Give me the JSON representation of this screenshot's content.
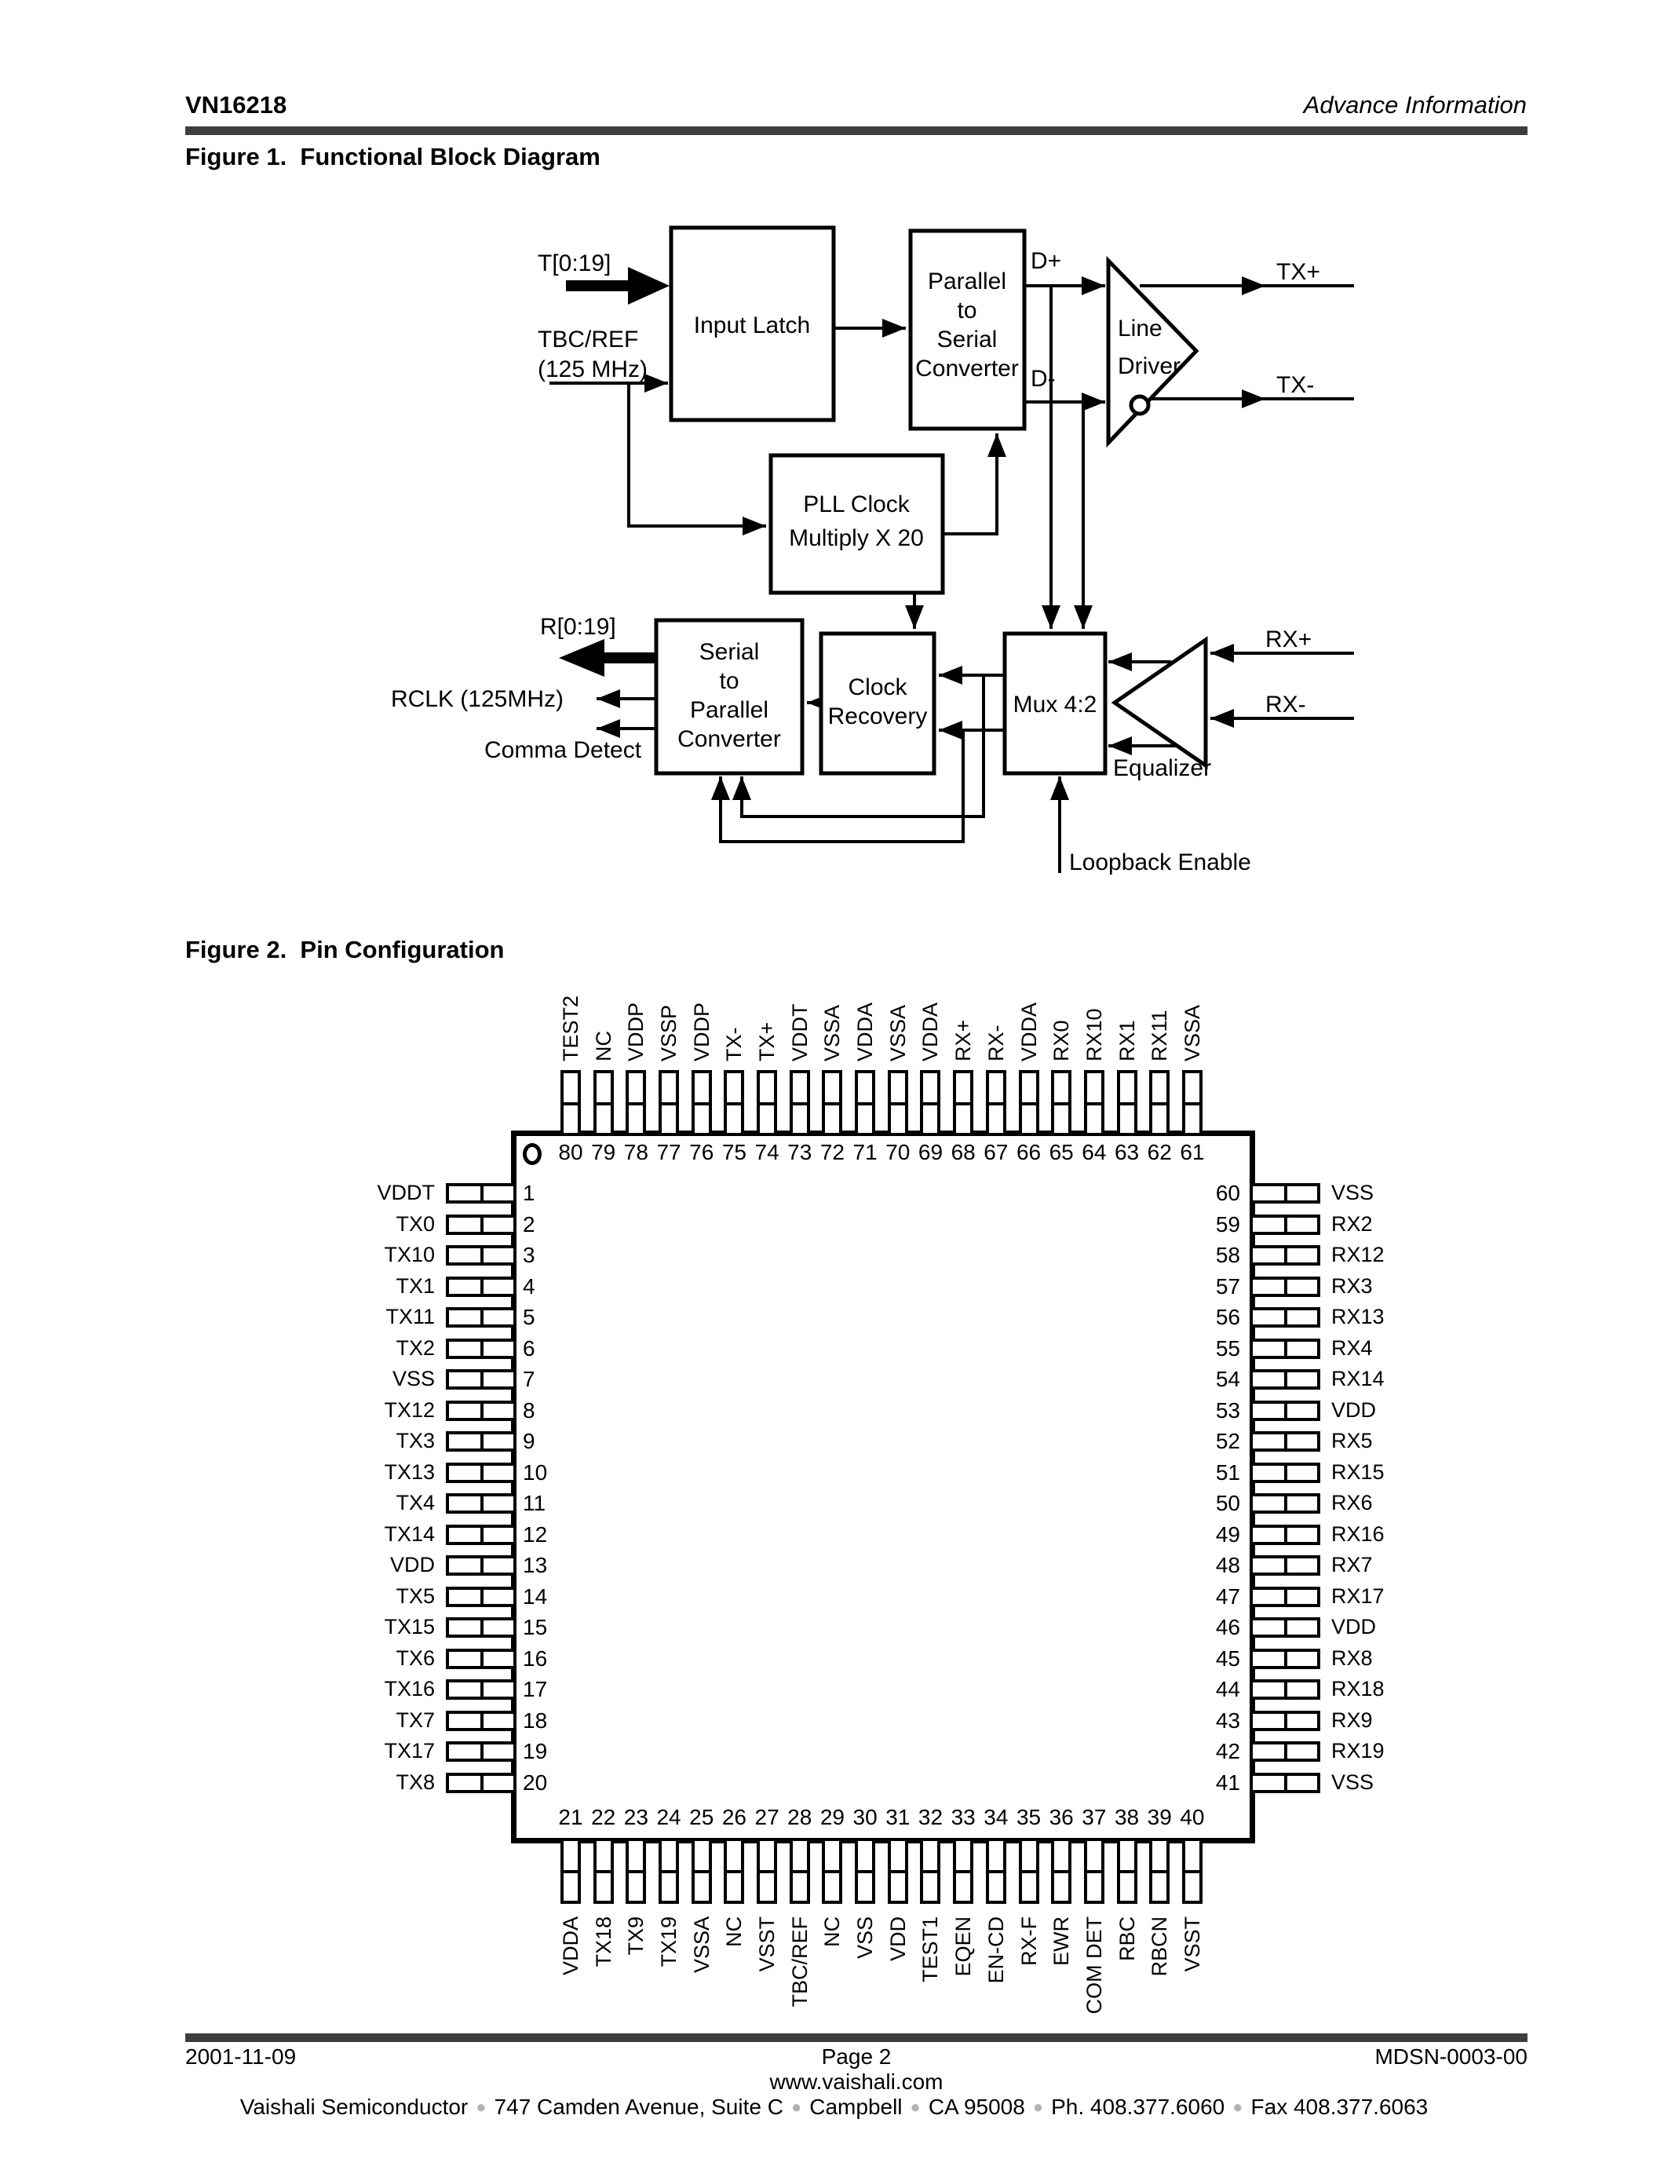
{
  "colors": {
    "rule": "#3d3d3d",
    "bullet": "#b3b3b3"
  },
  "header": {
    "part_number": "VN16218",
    "status": "Advance Information"
  },
  "figure1": {
    "title": "Figure 1.  Functional Block Diagram",
    "blocks": {
      "input_latch": "Input Latch",
      "p2s": [
        "Parallel",
        "to",
        "Serial",
        "Converter"
      ],
      "pll": [
        "PLL Clock",
        "Multiply X 20"
      ],
      "s2p": [
        "Serial",
        "to",
        "Parallel",
        "Converter"
      ],
      "clock_recovery": [
        "Clock",
        "Recovery"
      ],
      "mux": "Mux 4:2",
      "line_driver": [
        "Line",
        "Driver"
      ],
      "equalizer": "Equalizer"
    },
    "signals": {
      "t_bus": "T[0:19]",
      "tbc_ref": "TBC/REF",
      "tbc_freq": "(125 MHz)",
      "d_plus": "D+",
      "d_minus": "D-",
      "tx_plus": "TX+",
      "tx_minus": "TX-",
      "r_bus": "R[0:19]",
      "rclk": "RCLK (125MHz)",
      "comma_detect": "Comma Detect",
      "rx_plus": "RX+",
      "rx_minus": "RX-",
      "loopback": "Loopback Enable"
    }
  },
  "figure2": {
    "title": "Figure 2.  Pin Configuration",
    "top_pins": [
      {
        "num": "80",
        "label": "TEST2"
      },
      {
        "num": "79",
        "label": "NC"
      },
      {
        "num": "78",
        "label": "VDDP"
      },
      {
        "num": "77",
        "label": "VSSP"
      },
      {
        "num": "76",
        "label": "VDDP"
      },
      {
        "num": "75",
        "label": "TX-"
      },
      {
        "num": "74",
        "label": "TX+"
      },
      {
        "num": "73",
        "label": "VDDT"
      },
      {
        "num": "72",
        "label": "VSSA"
      },
      {
        "num": "71",
        "label": "VDDA"
      },
      {
        "num": "70",
        "label": "VSSA"
      },
      {
        "num": "69",
        "label": "VDDA"
      },
      {
        "num": "68",
        "label": "RX+"
      },
      {
        "num": "67",
        "label": "RX-"
      },
      {
        "num": "66",
        "label": "VDDA"
      },
      {
        "num": "65",
        "label": "RX0"
      },
      {
        "num": "64",
        "label": "RX10"
      },
      {
        "num": "63",
        "label": "RX1"
      },
      {
        "num": "62",
        "label": "RX11"
      },
      {
        "num": "61",
        "label": "VSSA"
      }
    ],
    "left_pins": [
      {
        "num": "1",
        "label": "VDDT"
      },
      {
        "num": "2",
        "label": "TX0"
      },
      {
        "num": "3",
        "label": "TX10"
      },
      {
        "num": "4",
        "label": "TX1"
      },
      {
        "num": "5",
        "label": "TX11"
      },
      {
        "num": "6",
        "label": "TX2"
      },
      {
        "num": "7",
        "label": "VSS"
      },
      {
        "num": "8",
        "label": "TX12"
      },
      {
        "num": "9",
        "label": "TX3"
      },
      {
        "num": "10",
        "label": "TX13"
      },
      {
        "num": "11",
        "label": "TX4"
      },
      {
        "num": "12",
        "label": "TX14"
      },
      {
        "num": "13",
        "label": "VDD"
      },
      {
        "num": "14",
        "label": "TX5"
      },
      {
        "num": "15",
        "label": "TX15"
      },
      {
        "num": "16",
        "label": "TX6"
      },
      {
        "num": "17",
        "label": "TX16"
      },
      {
        "num": "18",
        "label": "TX7"
      },
      {
        "num": "19",
        "label": "TX17"
      },
      {
        "num": "20",
        "label": "TX8"
      }
    ],
    "right_pins": [
      {
        "num": "60",
        "label": "VSS"
      },
      {
        "num": "59",
        "label": "RX2"
      },
      {
        "num": "58",
        "label": "RX12"
      },
      {
        "num": "57",
        "label": "RX3"
      },
      {
        "num": "56",
        "label": "RX13"
      },
      {
        "num": "55",
        "label": "RX4"
      },
      {
        "num": "54",
        "label": "RX14"
      },
      {
        "num": "53",
        "label": "VDD"
      },
      {
        "num": "52",
        "label": "RX5"
      },
      {
        "num": "51",
        "label": "RX15"
      },
      {
        "num": "50",
        "label": "RX6"
      },
      {
        "num": "49",
        "label": "RX16"
      },
      {
        "num": "48",
        "label": "RX7"
      },
      {
        "num": "47",
        "label": "RX17"
      },
      {
        "num": "46",
        "label": "VDD"
      },
      {
        "num": "45",
        "label": "RX8"
      },
      {
        "num": "44",
        "label": "RX18"
      },
      {
        "num": "43",
        "label": "RX9"
      },
      {
        "num": "42",
        "label": "RX19"
      },
      {
        "num": "41",
        "label": "VSS"
      }
    ],
    "bottom_pins": [
      {
        "num": "21",
        "label": "VDDA"
      },
      {
        "num": "22",
        "label": "TX18"
      },
      {
        "num": "23",
        "label": "TX9"
      },
      {
        "num": "24",
        "label": "TX19"
      },
      {
        "num": "25",
        "label": "VSSA"
      },
      {
        "num": "26",
        "label": "NC"
      },
      {
        "num": "27",
        "label": "VSST"
      },
      {
        "num": "28",
        "label": "TBC/REF"
      },
      {
        "num": "29",
        "label": "NC"
      },
      {
        "num": "30",
        "label": "VSS"
      },
      {
        "num": "31",
        "label": "VDD"
      },
      {
        "num": "32",
        "label": "TEST1"
      },
      {
        "num": "33",
        "label": "EQEN"
      },
      {
        "num": "34",
        "label": "EN-CD"
      },
      {
        "num": "35",
        "label": "RX-F"
      },
      {
        "num": "36",
        "label": "EWR"
      },
      {
        "num": "37",
        "label": "COM DET"
      },
      {
        "num": "38",
        "label": "RBC"
      },
      {
        "num": "39",
        "label": "RBCN"
      },
      {
        "num": "40",
        "label": "VSST"
      }
    ]
  },
  "footer": {
    "date": "2001-11-09",
    "page": "Page 2",
    "doc_id": "MDSN-0003-00",
    "website": "www.vaishali.com",
    "address_parts": [
      "Vaishali Semiconductor",
      "747 Camden Avenue, Suite C",
      "Campbell",
      "CA 95008",
      "Ph. 408.377.6060",
      "Fax 408.377.6063"
    ]
  }
}
